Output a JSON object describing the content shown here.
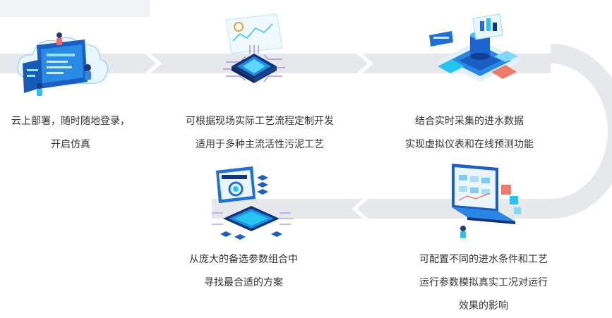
{
  "colors": {
    "track": "#e6e8ec",
    "accent_blue": "#1e6fd9",
    "accent_cyan": "#27c4f0",
    "accent_dark": "#12347a",
    "text": "#333333"
  },
  "steps": [
    {
      "icon": "cloud-deployment-illustration",
      "lines": [
        "云上部署，随时随地登录，",
        "开启仿真"
      ]
    },
    {
      "icon": "chip-circuit-illustration",
      "lines": [
        "可根据现场实际工艺流程定制开发",
        "适用于多种主流活性污泥工艺"
      ]
    },
    {
      "icon": "data-acquisition-illustration",
      "lines": [
        "结合实时采集的进水数据",
        "实现虚拟仪表和在线预测功能"
      ]
    },
    {
      "icon": "process-simulation-laptop-illustration",
      "lines": [
        "可配置不同的进水条件和工艺",
        "运行参数模拟真实工况对运行",
        "效果的影响"
      ]
    },
    {
      "icon": "optimal-choice-illustration",
      "lines": [
        "从庞大的备选参数组合中",
        "寻找最合适的方案"
      ]
    }
  ]
}
